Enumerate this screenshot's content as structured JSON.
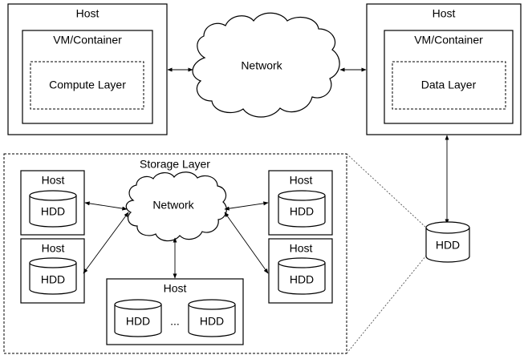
{
  "top": {
    "left_host": {
      "host_label": "Host",
      "vm_label": "VM/Container",
      "layer_label": "Compute Layer"
    },
    "network_label": "Network",
    "right_host": {
      "host_label": "Host",
      "vm_label": "VM/Container",
      "layer_label": "Data Layer"
    }
  },
  "storage": {
    "title": "Storage Layer",
    "network_label": "Network",
    "hosts": [
      {
        "host_label": "Host",
        "disk_label": "HDD"
      },
      {
        "host_label": "Host",
        "disk_label": "HDD"
      },
      {
        "host_label": "Host",
        "disk_label": "HDD"
      },
      {
        "host_label": "Host",
        "disk_label": "HDD"
      }
    ],
    "multi_host": {
      "host_label": "Host",
      "disk_left": "HDD",
      "ellipsis": "...",
      "disk_right": "HDD"
    }
  },
  "standalone_disk": {
    "label": "HDD"
  }
}
